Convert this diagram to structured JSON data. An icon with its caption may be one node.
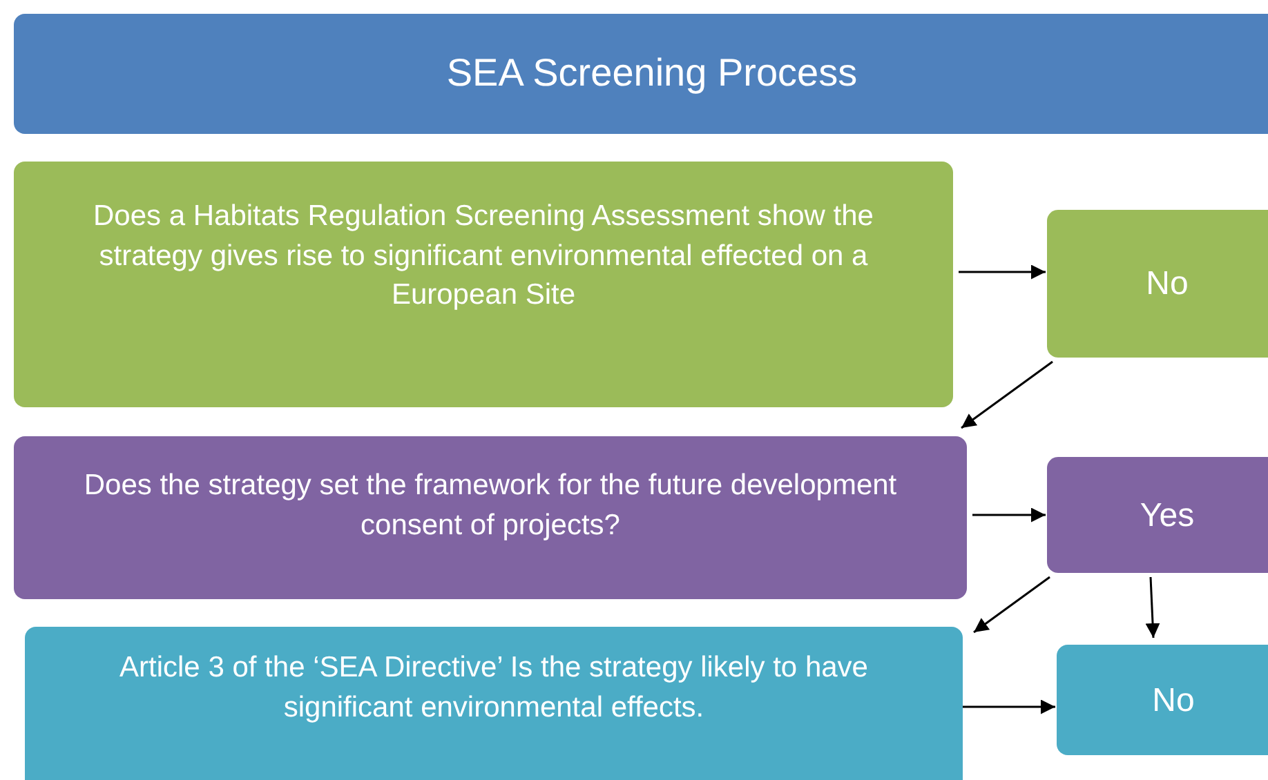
{
  "diagram": {
    "nodes": [
      {
        "text": [
          "SEA Screening Process"
        ]
      },
      {
        "text": [
          "Does a Habitats Regulation Screening Assessment show the strategy gives rise to significant environmental effected on a European Site"
        ]
      },
      {
        "text": [
          "No"
        ]
      },
      {
        "text": [
          "Does the strategy set the framework for the future development consent of projects?"
        ]
      },
      {
        "text": [
          "Yes"
        ]
      },
      {
        "text": [
          "Article 3 of the ‘SEA Directive’ Is the strategy likely to have significant environmental effects."
        ]
      },
      {
        "text": [
          "No"
        ]
      }
    ],
    "edges": [
      {
        "from": 1,
        "to": 2,
        "arrow": "to"
      },
      {
        "from": 2,
        "to": 3,
        "arrow": "to"
      },
      {
        "from": 3,
        "to": 4,
        "arrow": "to"
      },
      {
        "from": 4,
        "to": 5,
        "arrow": "to"
      },
      {
        "from": 4,
        "to": 6,
        "arrow": "to"
      },
      {
        "from": 5,
        "to": 6,
        "arrow": "to"
      }
    ]
  }
}
